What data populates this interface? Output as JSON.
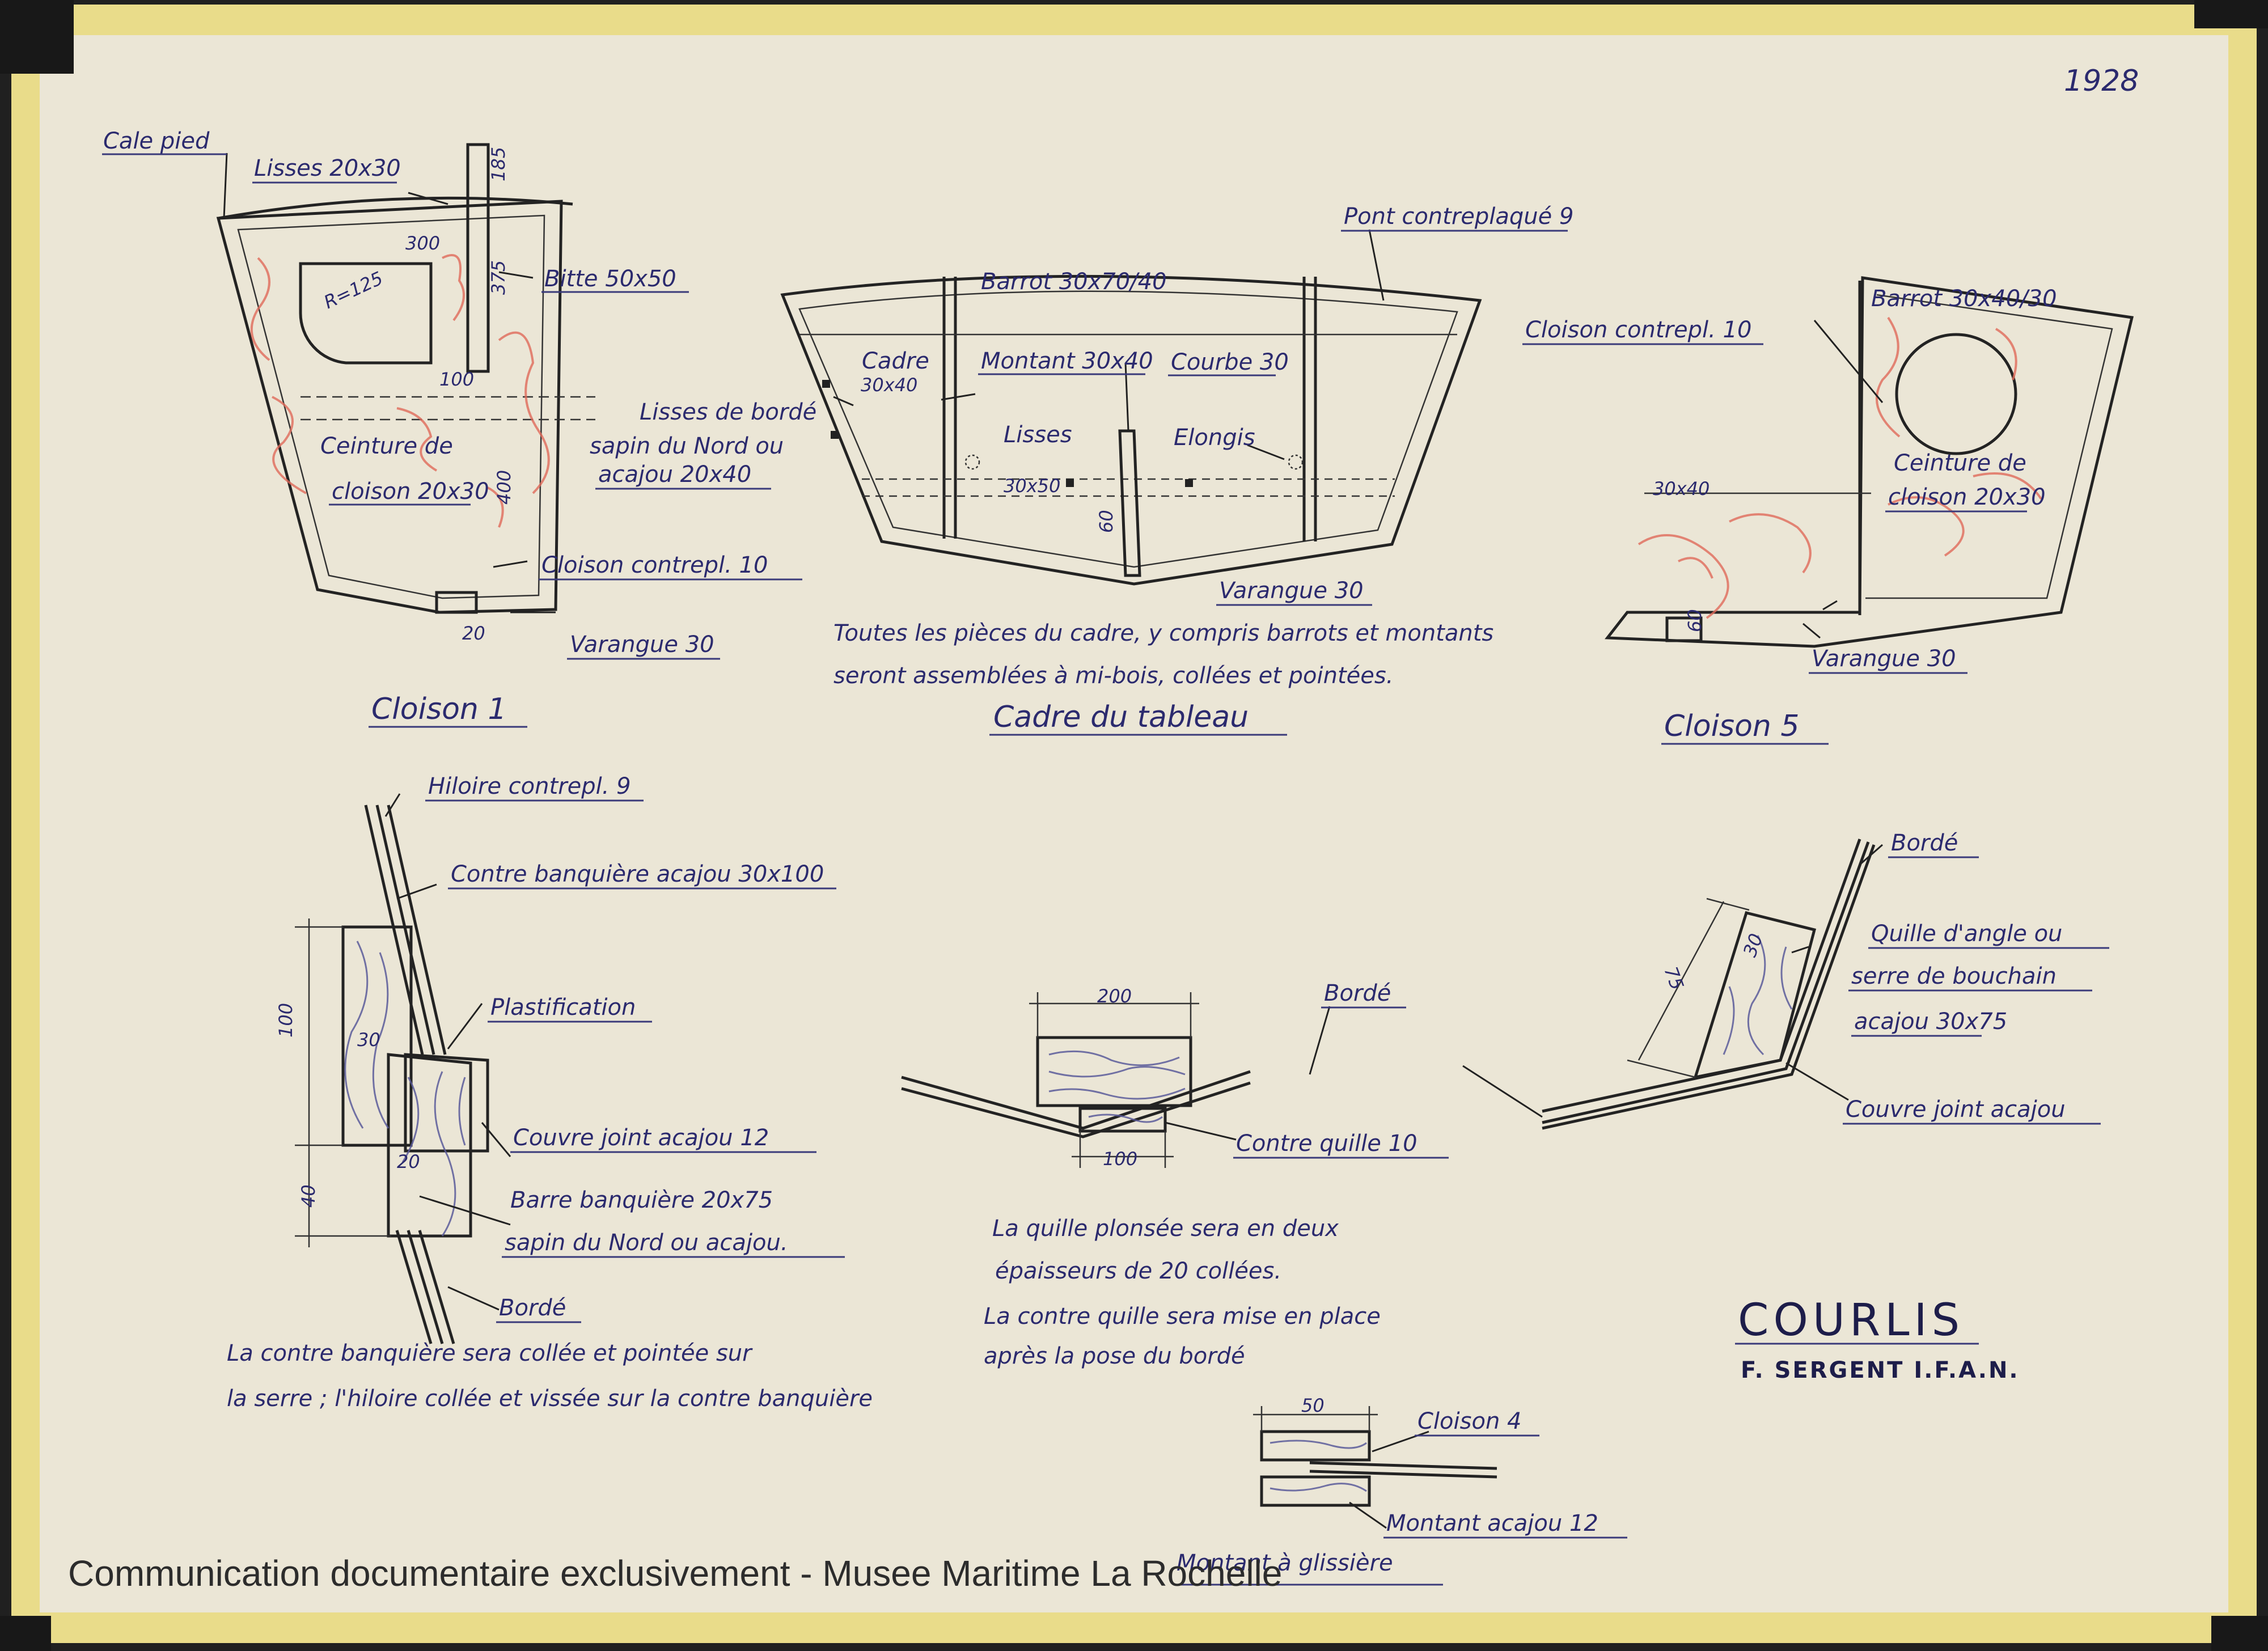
{
  "drawing_number": "1928",
  "footer": "Communication documentaire exclusivement - Musee Maritime La Rochelle",
  "title_block": {
    "boat": "COURLIS",
    "author": "F. SERGENT I.F.A.N."
  },
  "views": {
    "cloison1": {
      "title": "Cloison 1",
      "labels": {
        "cale_pied": "Cale pied",
        "lisses": "Lisses 20x30",
        "bitte": "Bitte 50x50",
        "ceinture": "Ceinture de",
        "ceinture2": "cloison 20x30",
        "cloison_cp": "Cloison contrepl. 10",
        "varangue": "Varangue 30"
      },
      "dims": {
        "d300": "300",
        "d185": "185",
        "d375": "375",
        "r": "R=125",
        "d100": "100",
        "d400": "400",
        "d20": "20"
      }
    },
    "cadre": {
      "title": "Cadre du tableau",
      "labels": {
        "pont": "Pont contreplaqué 9",
        "barrot": "Barrot 30x70/40",
        "cadre": "Cadre",
        "cadre_dim": "30x40",
        "montant": "Montant 30x40",
        "courbe": "Courbe 30",
        "lisses": "Lisses",
        "lisses_dim": "30x50",
        "elongis": "Elongis",
        "lisses_borde": "Lisses de bordé",
        "sapin": "sapin du Nord ou",
        "acajou": "acajou 20x40",
        "varangue": "Varangue 30",
        "d60": "60"
      },
      "note1": "Toutes les pièces du cadre, y compris barrots et montants",
      "note2": "seront assemblées à mi-bois, collées et pointées."
    },
    "cloison5": {
      "title": "Cloison 5",
      "labels": {
        "barrot": "Barrot 30x40/30",
        "cloison_cp": "Cloison contrepl. 10",
        "ceinture": "Ceinture de",
        "ceinture2": "cloison 20x30",
        "d30x40": "30x40",
        "varangue": "Varangue 30",
        "d60": "60"
      }
    },
    "hiloire": {
      "labels": {
        "hiloire": "Hiloire contrepl. 9",
        "contre_banquiere": "Contre banquière acajou 30x100",
        "plastification": "Plastification",
        "couvre_joint": "Couvre joint acajou 12",
        "barre": "Barre banquière 20x75",
        "sapin": "sapin du Nord ou acajou.",
        "borde": "Bordé"
      },
      "dims": {
        "d100": "100",
        "d40": "40",
        "d30": "30",
        "d20": "20"
      },
      "note1": "La contre banquière sera collée et pointée sur",
      "note2": "la serre ; l'hiloire collée et vissée sur la contre banquière"
    },
    "quille": {
      "labels": {
        "borde": "Bordé",
        "contre_quille": "Contre quille 10"
      },
      "dims": {
        "d200": "200",
        "d100": "100"
      },
      "note1": "La quille plonsée sera en deux",
      "note2": "épaisseurs de 20 collées.",
      "note3": "La contre quille sera mise en place",
      "note4": "après la pose du bordé"
    },
    "bouchain": {
      "labels": {
        "borde": "Bordé",
        "quille": "Quille d'angle ou",
        "serre": "serre de bouchain",
        "acajou": "acajou 30x75",
        "couvre": "Couvre joint acajou"
      },
      "dims": {
        "d75": "75",
        "d30": "30"
      }
    },
    "montant": {
      "labels": {
        "cloison4": "Cloison 4",
        "montant": "Montant acajou 12",
        "title": "Montant à glissière"
      },
      "dims": {
        "d50": "50"
      }
    }
  }
}
